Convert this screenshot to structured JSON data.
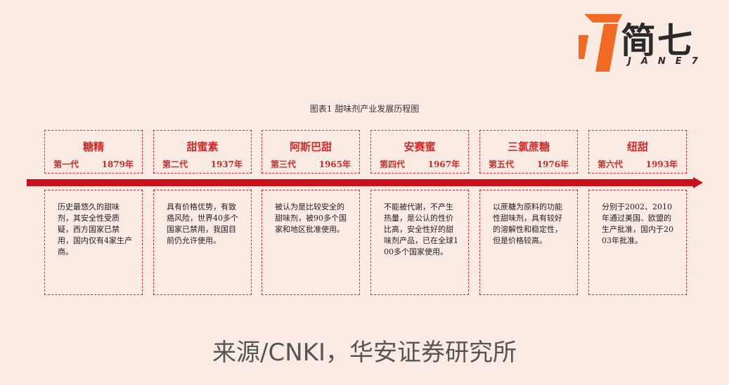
{
  "logo": {
    "cn": "简七",
    "en": "JANE7",
    "colors": {
      "orange": "#f26a21",
      "dark": "#2a2a2a"
    }
  },
  "figure_title": "图表1 甜味剂产业发展历程图",
  "generations": [
    {
      "name": "糖精",
      "gen": "第一代",
      "year": "1879年",
      "desc": "历史最悠久的甜味剂，其安全性受质疑，西方国家已禁用，国内仅有4家生产商。"
    },
    {
      "name": "甜蜜素",
      "gen": "第二代",
      "year": "1937年",
      "desc": "具有价格优势，有致癌风险，世界40多个国家已禁用，我国目前仍允许使用。"
    },
    {
      "name": "阿斯巴甜",
      "gen": "第三代",
      "year": "1965年",
      "desc": "被认为是比较安全的甜味剂，被90多个国家和地区批准使用。"
    },
    {
      "name": "安赛蜜",
      "gen": "第四代",
      "year": "1967年",
      "desc": "不能被代谢，不产生热量，是公认的性价比高，安全性好的甜味剂产品，已在全球100多个国家使用。"
    },
    {
      "name": "三氯蔗糖",
      "gen": "第五代",
      "year": "1976年",
      "desc": "以蔗糖为原料的功能性甜味剂，具有较好的溶解性和稳定性，但是价格较高。"
    },
    {
      "name": "纽甜",
      "gen": "第六代",
      "year": "1993年",
      "desc": "分别于2002、2010年通过美国、欧盟的生产批准，国内于2003年批准。"
    }
  ],
  "colors": {
    "accent": "#d42a2a",
    "timeline": "#c80f1a",
    "background": "#f9ebe3"
  },
  "source": "来源/CNKI，华安证券研究所"
}
